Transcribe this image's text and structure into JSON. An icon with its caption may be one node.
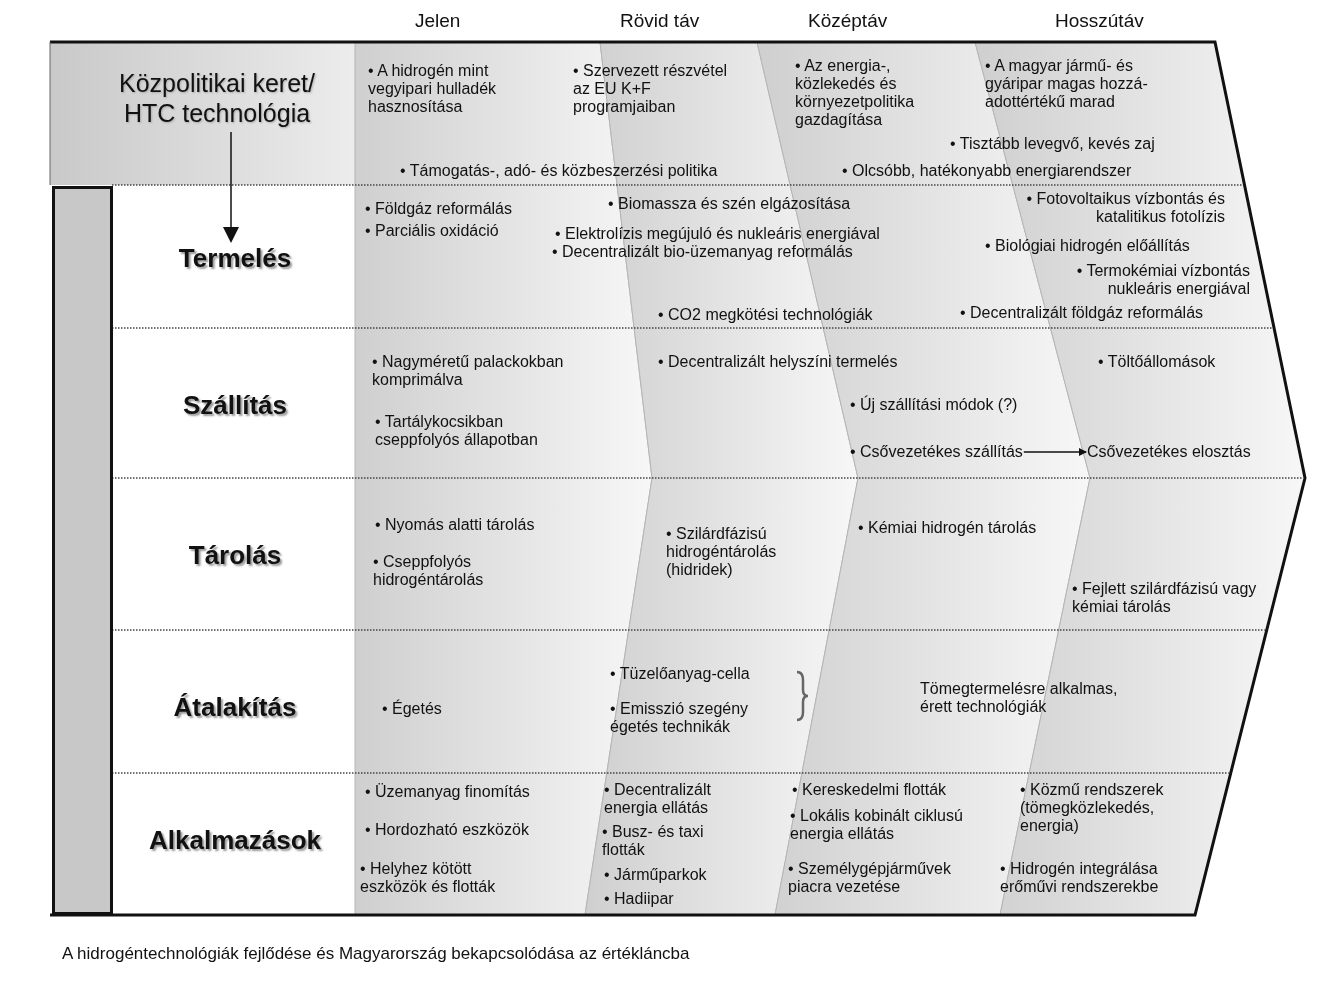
{
  "diagram": {
    "caption": "A hidrogéntechnológiák fejlődése és Magyarország bekapcsolódása az értékláncba",
    "nodes": [
      {
        "text": [
          "Közpolitikai keret/ HTC technológia"
        ]
      },
      {
        "text": [
          "Termelés"
        ]
      },
      {
        "text": [
          "Szállítás"
        ]
      },
      {
        "text": [
          "Tárolás"
        ]
      },
      {
        "text": [
          "Átalakítás"
        ]
      },
      {
        "text": [
          "Alkalmazások"
        ]
      },
      {
        "text": [
          "• Csővezetékes szállítás"
        ]
      },
      {
        "text": [
          "Csővezetékes elosztás"
        ]
      },
      {
        "text": [],
        "shape": "bar"
      }
    ],
    "edges": [
      {
        "from": 0,
        "to": 1,
        "arrow": "to"
      },
      {
        "from": 6,
        "to": 7,
        "arrow": "to"
      }
    ],
    "labels": [
      "Jelen",
      "Rövid táv",
      "Középtáv",
      "Hosszútáv",
      "• A hidrogén mint vegyipari hulladék hasznosítása",
      "• Szervezett részvétel az EU K+F programjaiban",
      "• Az energia-, közlekedés és környezetpolitika gazdagítása",
      "• A magyar jármű- és gyáripar magas hozzá- adottértékű marad",
      "• Tisztább levegvő, kevés zaj",
      "• Támogatás-, adó- és közbeszerzési politika",
      "• Olcsóbb, hatékonyabb energiarendszer",
      "• Földgáz reformálás",
      "• Parciális oxidáció",
      "• Biomassza és szén elgázosítása",
      "• Elektrolízis megújuló és nukleáris energiával",
      "• Decentralizált bio-üzemanyag reformálás",
      "• Fotovoltaikus vízbontás és katalitikus fotolízis",
      "• Biológiai hidrogén előállítás",
      "• Termokémiai vízbontás nukleáris energiával",
      "• CO2 megkötési technológiák",
      "• Decentralizált földgáz reformálás",
      "• Nagyméretű palackokban komprimálva",
      "• Tartálykocsikban cseppfolyós állapotban",
      "• Decentralizált helyszíni termelés",
      "• Töltőállomások",
      "• Új szállítási módok (?)",
      "• Nyomás alatti tárolás",
      "• Cseppfolyós hidrogéntárolás",
      "• Szilárdfázisú hidrogéntárolás (hidridek)",
      "• Kémiai hidrogén tárolás",
      "• Fejlett szilárdfázisú vagy kémiai tárolás",
      "• Égetés",
      "• Tüzelőanyag-cella",
      "• Emisszió szegény égetés technikák",
      "Tömegtermelésre alkalmas, érett technológiák",
      "• Üzemanyag finomítás",
      "• Hordozható eszközök",
      "• Helyhez kötött eszközök és flották",
      "• Decentralizált energia ellátás",
      "• Busz- és taxi flották",
      "• Járműparkok",
      "• Hadiipar",
      "• Kereskedelmi flották",
      "• Lokális kobinált ciklusú energia ellátás",
      "• Személygépjárművek piacra vezetése",
      "• Közmű rendszerek (tömegközlekedés, energia)",
      "• Hidrogén integrálása erőművi rendszerekbe"
    ]
  }
}
